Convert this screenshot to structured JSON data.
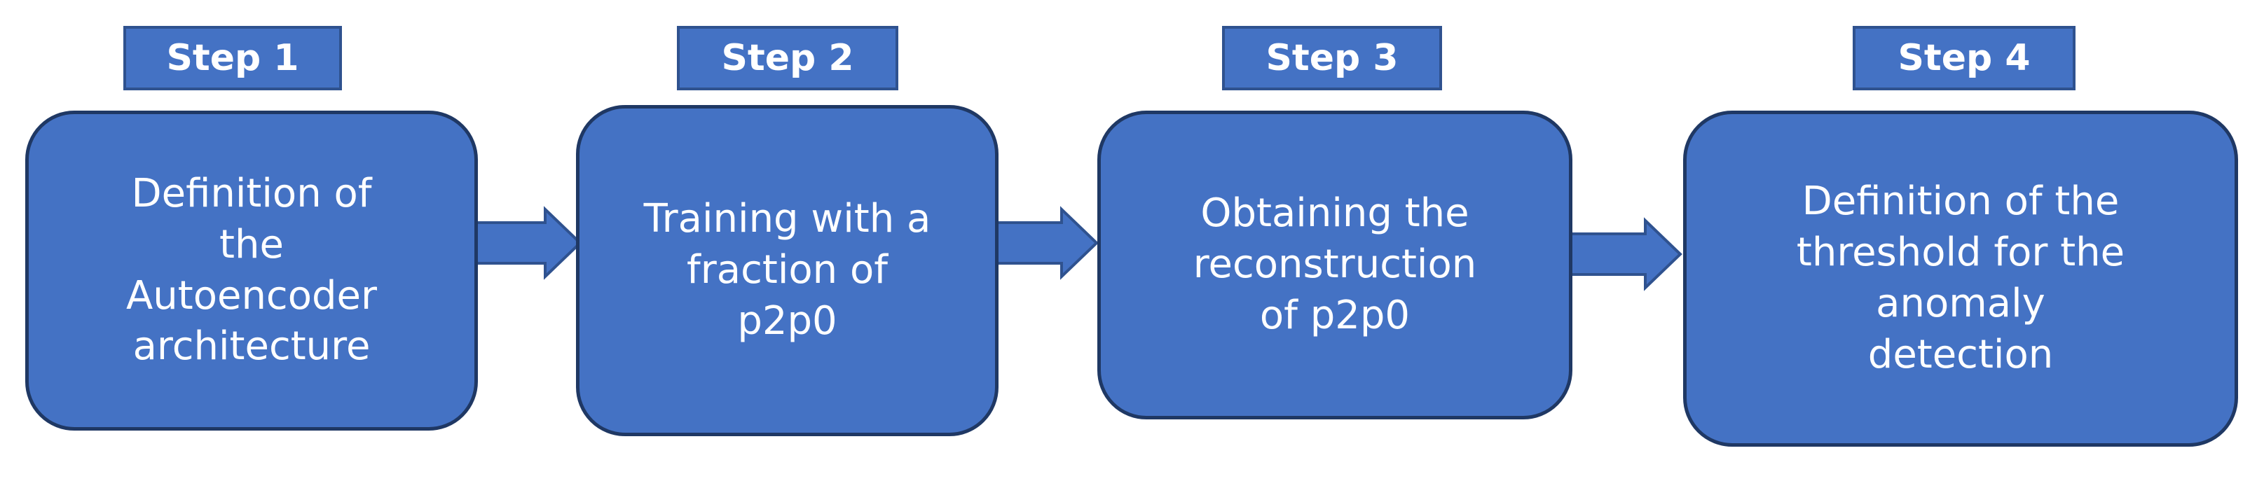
{
  "steps": [
    {
      "tag": "Step 1",
      "lines": [
        "Definition of",
        "the",
        "Autoencoder",
        "architecture"
      ]
    },
    {
      "tag": "Step 2",
      "lines": [
        "Training with a",
        "fraction of",
        "p2p0"
      ]
    },
    {
      "tag": "Step 3",
      "lines": [
        "Obtaining the",
        "reconstruction",
        "of p2p0"
      ]
    },
    {
      "tag": "Step 4",
      "lines": [
        "Definition of the",
        "threshold for the",
        "anomaly",
        "detection"
      ]
    }
  ],
  "colors": {
    "box_fill": "#4472c4",
    "box_border": "#1f3864",
    "tag_border": "#2f528f",
    "arrow_fill": "#4472c4",
    "arrow_stroke": "#2f528f",
    "text": "#ffffff"
  }
}
